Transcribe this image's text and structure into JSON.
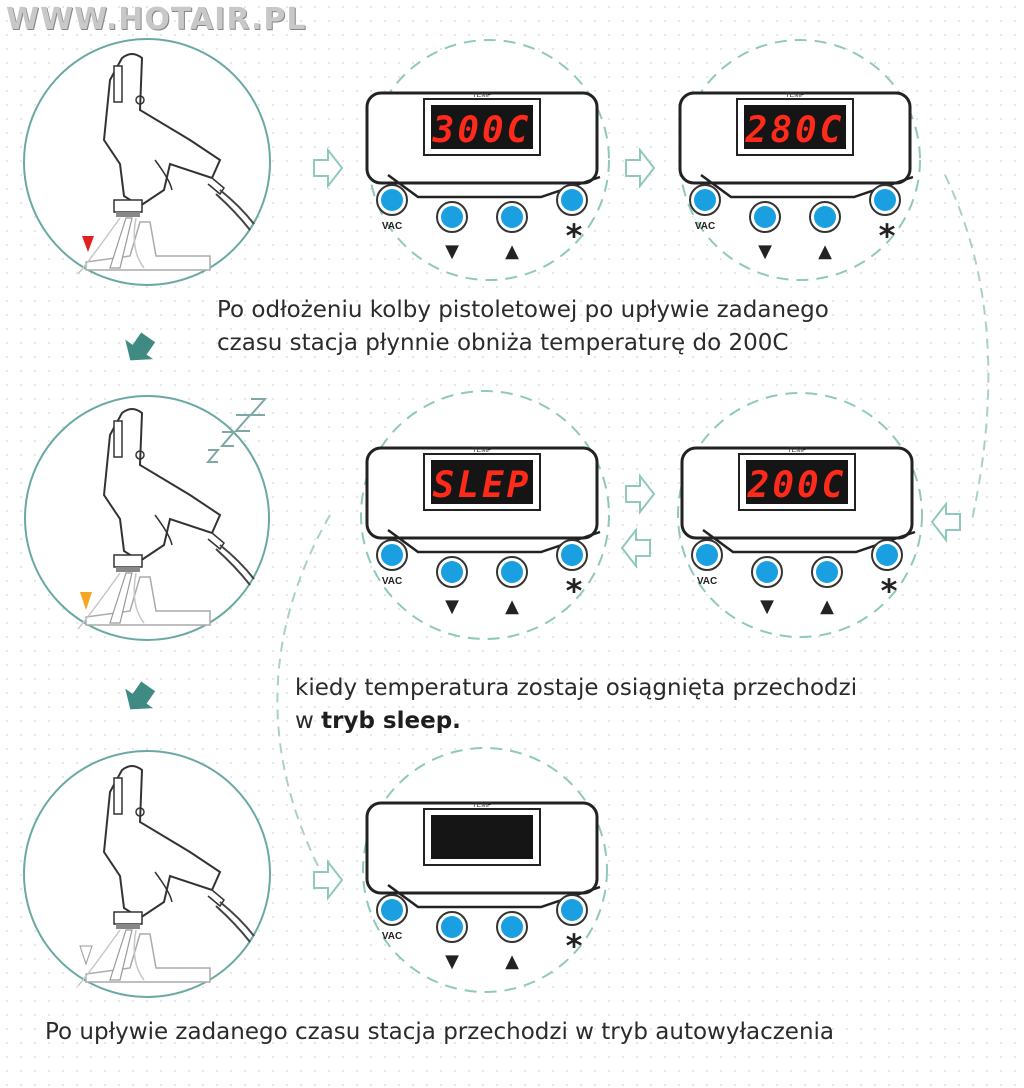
{
  "watermark": "WWW.HOTAIR.PL",
  "captions": {
    "first_line1": "Po odłożeniu kolby pistoletowej po upływie zadanego",
    "first_line2": "czasu stacja płynnie obniża temperaturę do 200C",
    "second_line1": "kiedy temperatura zostaje osiągnięta przechodzi",
    "second_prefix": "w ",
    "second_bold": "tryb sleep.",
    "third": "Po upływie zadanego czasu stacja przechodzi w tryb autowyłaczenia"
  },
  "panel": {
    "temp_label": "TEMP",
    "vac_label": "VAC",
    "down_symbol": "▼",
    "up_symbol": "▲",
    "star_symbol": "*"
  },
  "displays": {
    "d1": "300C",
    "d2": "280C",
    "d3": "SLEP",
    "d4": "200C",
    "d5": ""
  },
  "sleep_symbol": "Z",
  "colors": {
    "button_blue": "#1a9fe0",
    "display_red": "#ff2a1a",
    "dashed_teal": "#8fc8bd",
    "arrow_teal": "#3f8a83",
    "tip_red": "#e02020",
    "tip_orange": "#f5a623"
  }
}
